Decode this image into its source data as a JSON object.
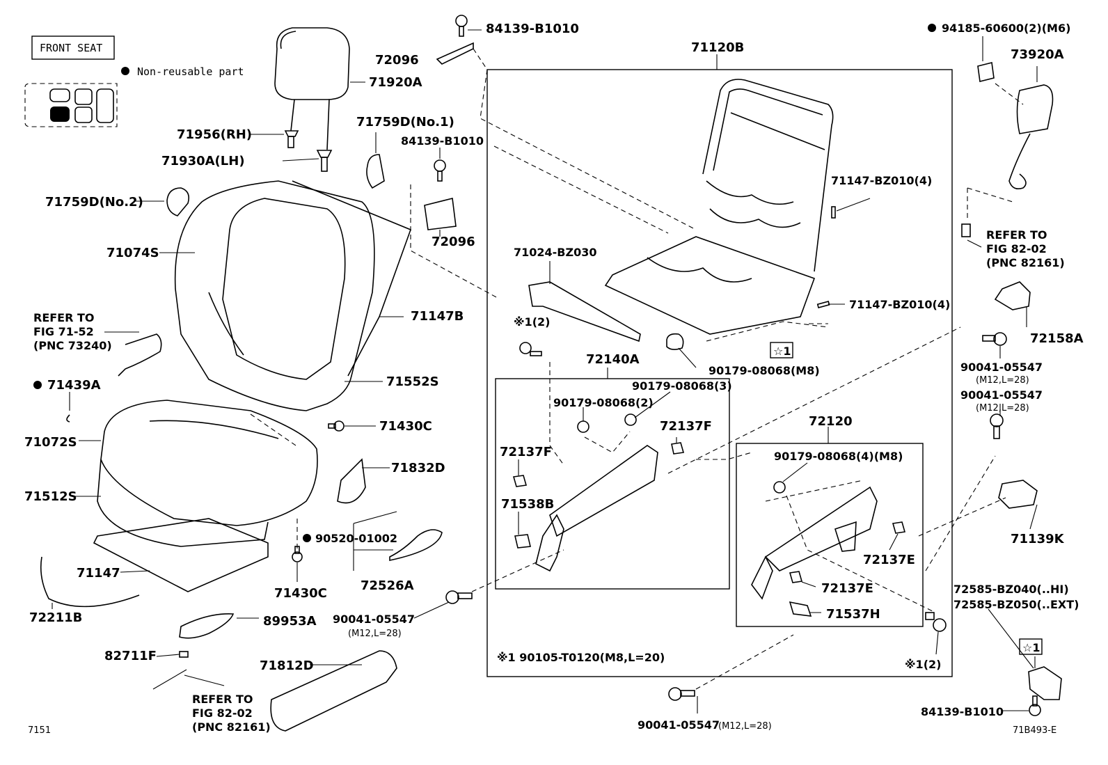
{
  "header": {
    "section": "FRONT SEAT",
    "legend_nonreusable": "Non-reusable part"
  },
  "labels": {
    "p84139_top": "84139-B1010",
    "p72096_top": "72096",
    "p71120B": "71120B",
    "p94185": "94185-60600(2)(M6)",
    "p73920A": "73920A",
    "p71920A": "71920A",
    "p71956": "71956(RH)",
    "p71930A": "71930A(LH)",
    "p71759D_no1": "71759D(No.1)",
    "p84139_mid": "84139-B1010",
    "p71759D_no2": "71759D(No.2)",
    "p71074S": "71074S",
    "p72096_mid": "72096",
    "p71147_bz_top": "71147-BZ010(4)",
    "p71024": "71024-BZ030",
    "refer_left_1": "REFER TO",
    "refer_left_2": "FIG 71-52",
    "refer_left_3": "(PNC 73240)",
    "p71147B": "71147B",
    "p71147_bz_right": "71147-BZ010(4)",
    "refer_right_1": "REFER TO",
    "refer_right_2": "FIG 82-02",
    "refer_right_3": "(PNC 82161)",
    "p72158A": "72158A",
    "note1_2": "※1(2)",
    "p72140A": "72140A",
    "p90179_m8_top": "90179-08068(M8)",
    "star1_top": "☆1",
    "p71552S": "71552S",
    "p71439A": "71439A",
    "p90041_r1": "90041-05547",
    "p90041_r1_spec": "(M12,L=28)",
    "p90041_r2": "90041-05547",
    "p90041_r2_spec": "(M12,L=28)",
    "p90179_3": "90179-08068(3)",
    "p90179_2": "90179-08068(2)",
    "p71430C_top": "71430C",
    "p71072S": "71072S",
    "p72137F_right": "72137F",
    "p72120": "72120",
    "p72137F_left": "72137F",
    "p90179_4": "90179-08068(4)(M8)",
    "p71832D": "71832D",
    "p71512S": "71512S",
    "p71538B": "71538B",
    "p71139K": "71139K",
    "p90520": "90520-01002",
    "p72137E_right": "72137E",
    "p71147": "71147",
    "p72526A": "72526A",
    "p71430C_bottom": "71430C",
    "p72137E_mid": "72137E",
    "p72585_hi": "72585-BZ040(..HI)",
    "p72585_ext": "72585-BZ050(..EXT)",
    "p72211B": "72211B",
    "p89953A": "89953A",
    "p90041_left": "90041-05547",
    "p90041_left_spec": "(M12,L=28)",
    "p71537H": "71537H",
    "p82711F": "82711F",
    "p71812D": "71812D",
    "note1_def": "※1 90105-T0120(M8,L=20)",
    "note1_2b": "※1(2)",
    "star1_bottom": "☆1",
    "refer_bot_1": "REFER TO",
    "refer_bot_2": "FIG 82-02",
    "refer_bot_3": "(PNC 82161)",
    "p84139_bottom": "84139-B1010",
    "p90041_bottom": "90041-05547",
    "p90041_bottom_spec": "(M12,L=28)",
    "page_no": "7151",
    "drawing_id": "71B493-E"
  }
}
